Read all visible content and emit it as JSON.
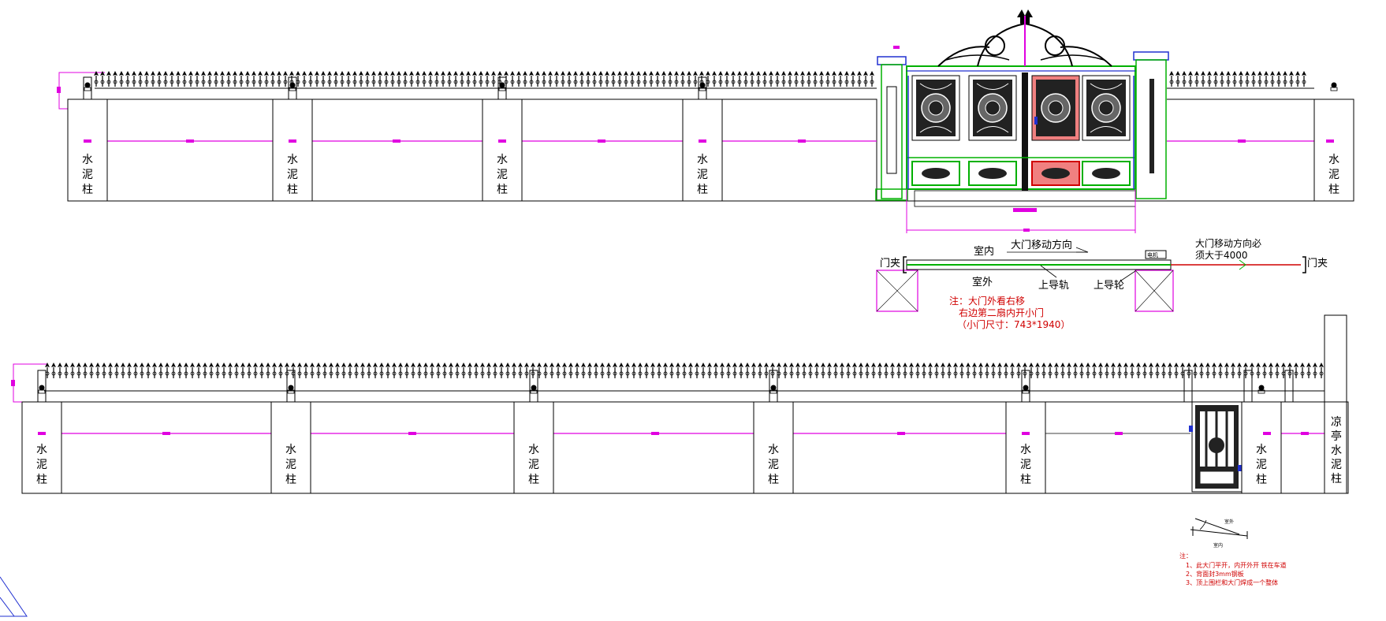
{
  "top_elevation": {
    "post_label": [
      "水",
      "泥",
      "柱"
    ]
  },
  "plan": {
    "indoor": "室内",
    "outdoor": "室外",
    "gate_direction": "大门移动方向",
    "direction_note_line1": "大门移动方向必",
    "direction_note_line2": "须大于4000",
    "gate_clamp_left": "门夹",
    "gate_clamp_right": "门夹",
    "upper_rail": "上导轨",
    "upper_wheel": "上导轮",
    "motor_box": "电机",
    "note_line1": "注：大门外看右移",
    "note_line2": "右边第二扇内开小门",
    "note_line3": "（小门尺寸：743*1940）"
  },
  "bottom_elevation": {
    "post_label": [
      "水",
      "泥",
      "柱"
    ],
    "pavilion_label": [
      "凉",
      "亭",
      "水",
      "泥",
      "柱"
    ]
  },
  "swing_detail": {
    "outdoor": "室外",
    "indoor": "室内"
  },
  "notes": {
    "title": "注：",
    "line1": "1、此大门平开，内开外开 铁在车道",
    "line2": "2、背面封3mm钢板",
    "line3": "3、顶上围栏和大门焊成一个整体"
  },
  "colors": {
    "magenta": "#e000e0",
    "red": "#d00000",
    "green": "#00b000",
    "blue": "#2030d0",
    "pink_leaf": "#f08080",
    "black": "#000000"
  }
}
